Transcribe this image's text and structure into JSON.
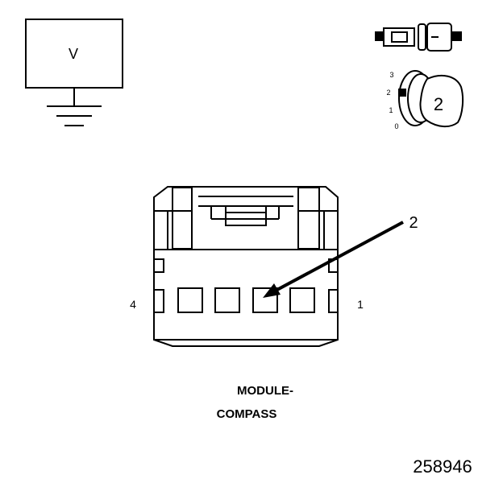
{
  "meter": {
    "label": "V"
  },
  "key_dial": {
    "positions": [
      "3",
      "2",
      "1",
      "0"
    ],
    "key_number": "2"
  },
  "connector": {
    "pin_left": "4",
    "pin_right": "1",
    "callout": "2",
    "name_line1": "MODULE-",
    "name_line2": "COMPASS"
  },
  "figure_id": "258946"
}
